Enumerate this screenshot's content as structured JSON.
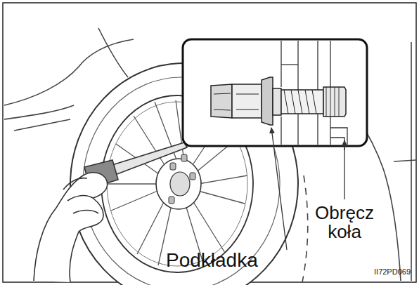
{
  "diagram": {
    "labels": [
      "Obręcz koła",
      "Podkładka",
      "II72PD069"
    ]
  }
}
